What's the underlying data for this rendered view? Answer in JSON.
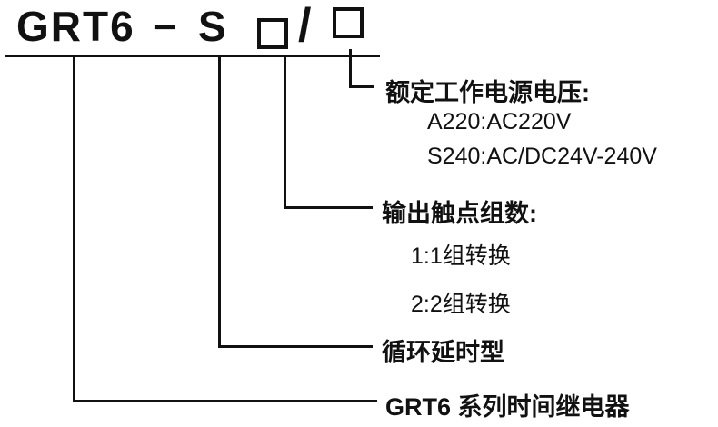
{
  "model": {
    "prefix": "GRT6",
    "dash": "−",
    "type_code": "S",
    "slash": "/",
    "box1": "voltage-code-placeholder",
    "box2": "contact-code-placeholder"
  },
  "branches": [
    {
      "label": "额定工作电源电压:",
      "items": [
        "A220:AC220V",
        "S240:AC/DC24V-240V"
      ]
    },
    {
      "label": "输出触点组数:",
      "items": [
        "1:1组转换",
        "2:2组转换"
      ]
    },
    {
      "label": "循环延时型",
      "items": []
    },
    {
      "label": "GRT6 系列时间继电器",
      "items": []
    }
  ],
  "colors": {
    "foreground": "#111111",
    "background": "#ffffff"
  }
}
